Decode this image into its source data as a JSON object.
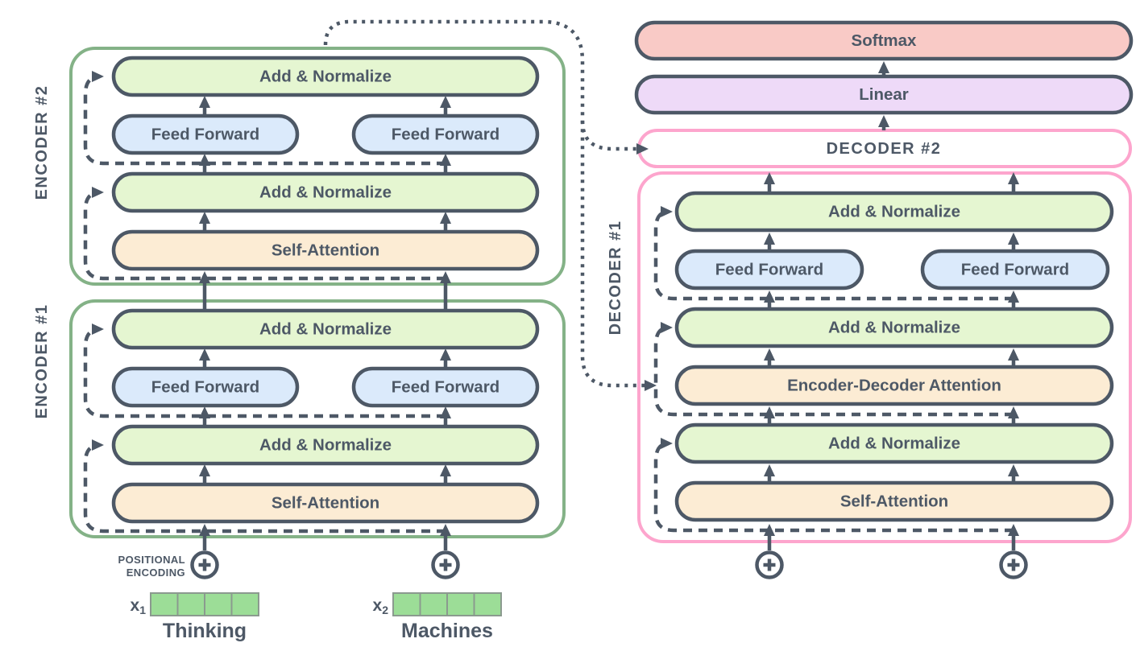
{
  "diagram_title": "transformer-encoder-decoder-stack",
  "blocks": {
    "add_normalize": "Add & Normalize",
    "feed_forward": "Feed Forward",
    "self_attention": "Self-Attention",
    "encoder_decoder_attention": "Encoder-Decoder Attention",
    "softmax": "Softmax",
    "linear": "Linear"
  },
  "labels": {
    "encoder2": "ENCODER #2",
    "encoder1": "ENCODER #1",
    "decoder1": "DECODER #1",
    "decoder2": "DECODER #2",
    "positional_line1": "POSITIONAL",
    "positional_line2": "ENCODING"
  },
  "inputs": {
    "x1": {
      "base": "x",
      "sub": "1",
      "word": "Thinking"
    },
    "x2": {
      "base": "x",
      "sub": "2",
      "word": "Machines"
    }
  },
  "colors": {
    "ink": "#4d5866",
    "frame_green": "#84b287",
    "frame_pink": "#fda5cd",
    "label_pink": "#d4789f",
    "block_green": "#e5f6d1",
    "block_blue": "#dbeafb",
    "block_orange": "#fcecd4",
    "softmax_pink": "#f9cac6",
    "linear_purple": "#eedaf8",
    "vector_green": "#9cdd97",
    "vector_border": "#8b9a8f",
    "input_green": "#3dc43d",
    "positional_gray": "#5a6470"
  }
}
